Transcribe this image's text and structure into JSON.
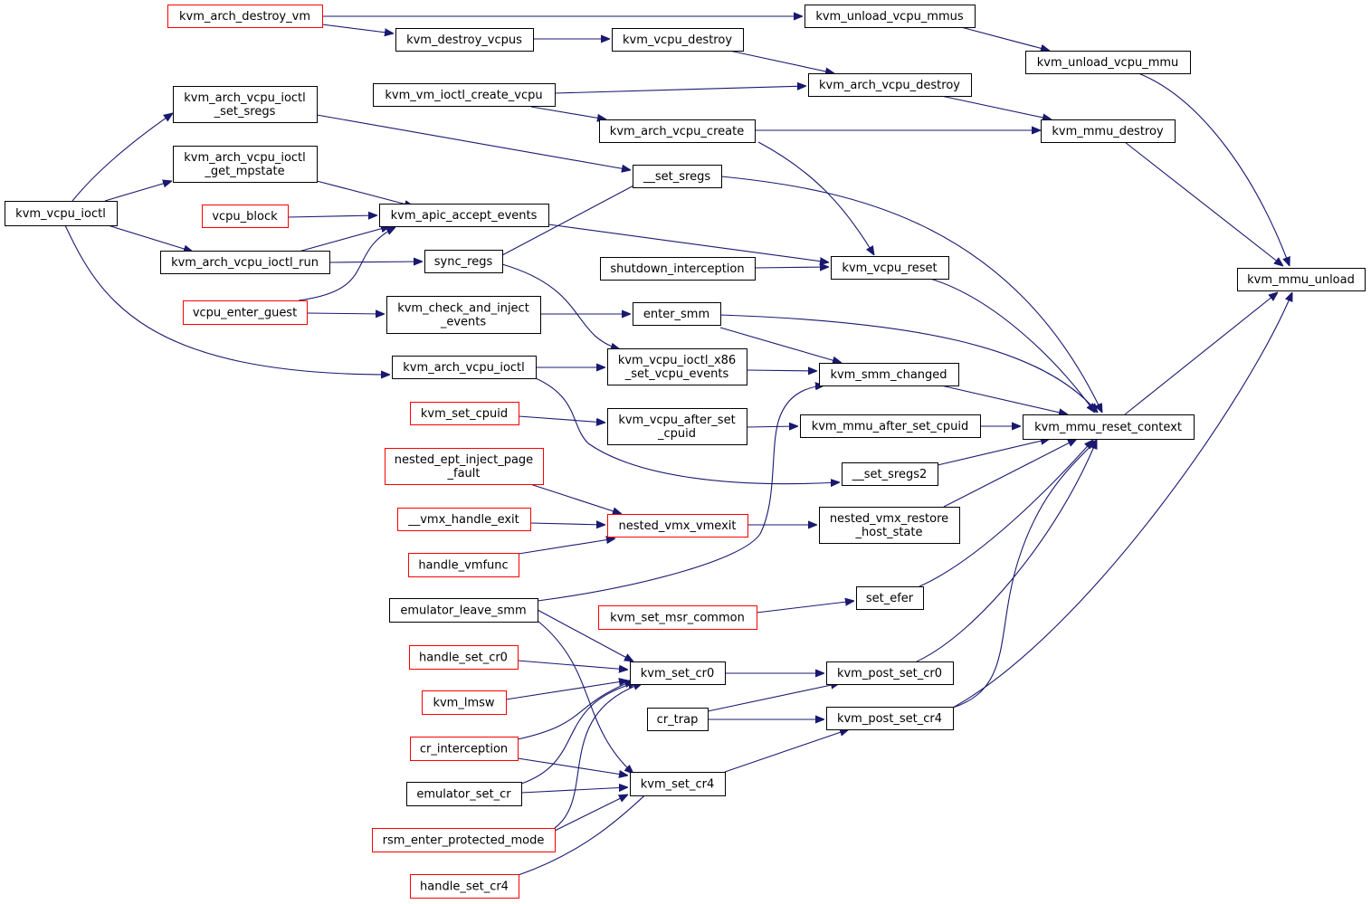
{
  "colors": {
    "edge": "#191970",
    "node_border": "#000000",
    "node_border_truncated": "#ff0000",
    "root_fill": "#bfbfbf"
  },
  "nodes": [
    {
      "id": "n_kvm_mmu_unload",
      "lines": [
        "kvm_mmu_unload"
      ],
      "style": "root"
    },
    {
      "id": "n_kvm_unload_vcpu_mmu",
      "lines": [
        "kvm_unload_vcpu_mmu"
      ],
      "style": "normal"
    },
    {
      "id": "n_kvm_mmu_destroy",
      "lines": [
        "kvm_mmu_destroy"
      ],
      "style": "normal"
    },
    {
      "id": "n_kvm_mmu_reset_context",
      "lines": [
        "kvm_mmu_reset_context"
      ],
      "style": "normal"
    },
    {
      "id": "n_kvm_unload_vcpu_mmus",
      "lines": [
        "kvm_unload_vcpu_mmus"
      ],
      "style": "normal"
    },
    {
      "id": "n_kvm_arch_vcpu_destroy",
      "lines": [
        "kvm_arch_vcpu_destroy"
      ],
      "style": "normal"
    },
    {
      "id": "n_kvm_arch_vcpu_create",
      "lines": [
        "kvm_arch_vcpu_create"
      ],
      "style": "normal"
    },
    {
      "id": "n___set_sregs",
      "lines": [
        "__set_sregs"
      ],
      "style": "normal"
    },
    {
      "id": "n_kvm_vcpu_reset",
      "lines": [
        "kvm_vcpu_reset"
      ],
      "style": "normal"
    },
    {
      "id": "n_enter_smm",
      "lines": [
        "enter_smm"
      ],
      "style": "normal"
    },
    {
      "id": "n_kvm_smm_changed",
      "lines": [
        "kvm_smm_changed"
      ],
      "style": "normal"
    },
    {
      "id": "n_kvm_mmu_after_set_cpuid",
      "lines": [
        "kvm_mmu_after_set_cpuid"
      ],
      "style": "normal"
    },
    {
      "id": "n___set_sregs2",
      "lines": [
        "__set_sregs2"
      ],
      "style": "normal"
    },
    {
      "id": "n_nested_vmx_restore_host_state",
      "lines": [
        "nested_vmx_restore",
        "_host_state"
      ],
      "style": "normal"
    },
    {
      "id": "n_set_efer",
      "lines": [
        "set_efer"
      ],
      "style": "normal"
    },
    {
      "id": "n_kvm_post_set_cr0",
      "lines": [
        "kvm_post_set_cr0"
      ],
      "style": "normal"
    },
    {
      "id": "n_kvm_post_set_cr4",
      "lines": [
        "kvm_post_set_cr4"
      ],
      "style": "normal"
    },
    {
      "id": "n_kvm_arch_destroy_vm",
      "lines": [
        "kvm_arch_destroy_vm"
      ],
      "style": "truncated"
    },
    {
      "id": "n_kvm_destroy_vcpus",
      "lines": [
        "kvm_destroy_vcpus"
      ],
      "style": "normal"
    },
    {
      "id": "n_kvm_vcpu_destroy",
      "lines": [
        "kvm_vcpu_destroy"
      ],
      "style": "normal"
    },
    {
      "id": "n_kvm_vm_ioctl_create_vcpu",
      "lines": [
        "kvm_vm_ioctl_create_vcpu"
      ],
      "style": "normal"
    },
    {
      "id": "n_kvm_arch_vcpu_ioctl_set_sregs",
      "lines": [
        "kvm_arch_vcpu_ioctl",
        "_set_sregs"
      ],
      "style": "normal"
    },
    {
      "id": "n_kvm_arch_vcpu_ioctl_get_mpstate",
      "lines": [
        "kvm_arch_vcpu_ioctl",
        "_get_mpstate"
      ],
      "style": "normal"
    },
    {
      "id": "n_kvm_vcpu_ioctl",
      "lines": [
        "kvm_vcpu_ioctl"
      ],
      "style": "normal"
    },
    {
      "id": "n_vcpu_block",
      "lines": [
        "vcpu_block"
      ],
      "style": "truncated"
    },
    {
      "id": "n_kvm_apic_accept_events",
      "lines": [
        "kvm_apic_accept_events"
      ],
      "style": "normal"
    },
    {
      "id": "n_kvm_arch_vcpu_ioctl_run",
      "lines": [
        "kvm_arch_vcpu_ioctl_run"
      ],
      "style": "normal"
    },
    {
      "id": "n_sync_regs",
      "lines": [
        "sync_regs"
      ],
      "style": "normal"
    },
    {
      "id": "n_shutdown_interception",
      "lines": [
        "shutdown_interception"
      ],
      "style": "normal"
    },
    {
      "id": "n_vcpu_enter_guest",
      "lines": [
        "vcpu_enter_guest"
      ],
      "style": "truncated"
    },
    {
      "id": "n_kvm_check_and_inject_events",
      "lines": [
        "kvm_check_and_inject",
        "_events"
      ],
      "style": "normal"
    },
    {
      "id": "n_kvm_arch_vcpu_ioctl",
      "lines": [
        "kvm_arch_vcpu_ioctl"
      ],
      "style": "normal"
    },
    {
      "id": "n_kvm_vcpu_ioctl_x86_set_vcpu_events",
      "lines": [
        "kvm_vcpu_ioctl_x86",
        "_set_vcpu_events"
      ],
      "style": "normal"
    },
    {
      "id": "n_kvm_set_cpuid",
      "lines": [
        "kvm_set_cpuid"
      ],
      "style": "truncated"
    },
    {
      "id": "n_kvm_vcpu_after_set_cpuid",
      "lines": [
        "kvm_vcpu_after_set",
        "_cpuid"
      ],
      "style": "normal"
    },
    {
      "id": "n_nested_ept_inject_page_fault",
      "lines": [
        "nested_ept_inject_page",
        "_fault"
      ],
      "style": "truncated"
    },
    {
      "id": "n___vmx_handle_exit",
      "lines": [
        "__vmx_handle_exit"
      ],
      "style": "truncated"
    },
    {
      "id": "n_nested_vmx_vmexit",
      "lines": [
        "nested_vmx_vmexit"
      ],
      "style": "truncated"
    },
    {
      "id": "n_handle_vmfunc",
      "lines": [
        "handle_vmfunc"
      ],
      "style": "truncated"
    },
    {
      "id": "n_emulator_leave_smm",
      "lines": [
        "emulator_leave_smm"
      ],
      "style": "normal"
    },
    {
      "id": "n_kvm_set_msr_common",
      "lines": [
        "kvm_set_msr_common"
      ],
      "style": "truncated"
    },
    {
      "id": "n_handle_set_cr0",
      "lines": [
        "handle_set_cr0"
      ],
      "style": "truncated"
    },
    {
      "id": "n_kvm_set_cr0",
      "lines": [
        "kvm_set_cr0"
      ],
      "style": "normal"
    },
    {
      "id": "n_kvm_lmsw",
      "lines": [
        "kvm_lmsw"
      ],
      "style": "truncated"
    },
    {
      "id": "n_cr_trap",
      "lines": [
        "cr_trap"
      ],
      "style": "normal"
    },
    {
      "id": "n_cr_interception",
      "lines": [
        "cr_interception"
      ],
      "style": "truncated"
    },
    {
      "id": "n_emulator_set_cr",
      "lines": [
        "emulator_set_cr"
      ],
      "style": "normal"
    },
    {
      "id": "n_kvm_set_cr4",
      "lines": [
        "kvm_set_cr4"
      ],
      "style": "normal"
    },
    {
      "id": "n_rsm_enter_protected_mode",
      "lines": [
        "rsm_enter_protected_mode"
      ],
      "style": "truncated"
    },
    {
      "id": "n_handle_set_cr4",
      "lines": [
        "handle_set_cr4"
      ],
      "style": "truncated"
    }
  ]
}
